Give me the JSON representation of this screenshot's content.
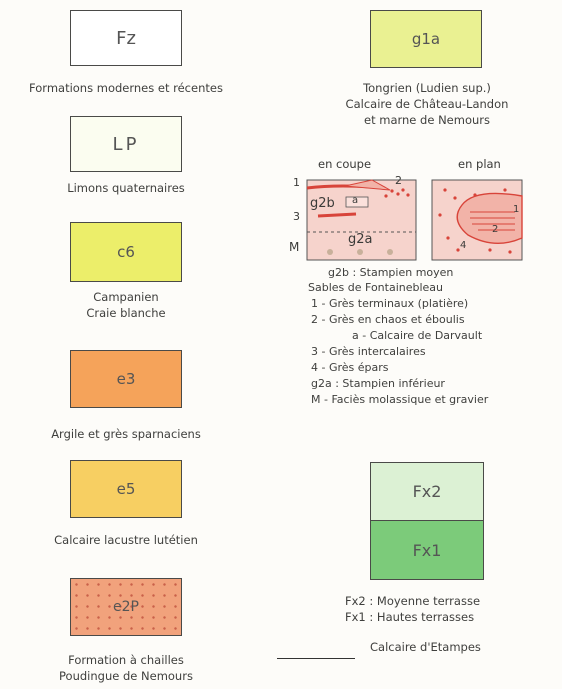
{
  "left_column": [
    {
      "code": "Fz",
      "color": "#ffffff",
      "caption": [
        "Formations modernes et récentes"
      ]
    },
    {
      "code": "LP",
      "color": "#fbfdf0",
      "caption": [
        "Limons quaternaires"
      ]
    },
    {
      "code": "c6",
      "color": "#ecee6a",
      "caption": [
        "Campanien",
        "Craie blanche"
      ]
    },
    {
      "code": "e3",
      "color": "#f5a35a",
      "caption": [
        "Argile et grès sparnaciens"
      ]
    },
    {
      "code": "e5",
      "color": "#f7cf62",
      "caption": [
        "Calcaire lacustre lutétien"
      ]
    },
    {
      "code": "e2P",
      "color": "#f1a27c",
      "caption": [
        "Formation à chailles",
        "Poudingue de Nemours"
      ]
    }
  ],
  "right_top": {
    "code": "g1a",
    "color": "#eaf192",
    "caption": [
      "Tongrien (Ludien sup.)",
      "Calcaire de Château-Landon",
      "et marne de Nemours"
    ]
  },
  "diagram": {
    "coupe_title": "en coupe",
    "plan_title": "en plan",
    "labels": {
      "n1": "1",
      "n2": "2",
      "n3": "3",
      "M": "M",
      "a": "a",
      "g2b": "g2b",
      "g2a": "g2a",
      "n4": "4",
      "n1b": "1",
      "n2b": "2"
    },
    "fill_color": "#f6d3cc",
    "line_color": "#d8443a"
  },
  "stampien_legend": [
    "g2b : Stampien moyen",
    "Sables de Fontainebleau",
    "1 - Grès terminaux (platière)",
    "2 - Grès en chaos et éboulis",
    "a - Calcaire de Darvault",
    "3 - Grès intercalaires",
    "4 - Grès épars",
    "g2a : Stampien inférieur",
    "M - Faciès molassique et gravier"
  ],
  "fx_box": {
    "top_code": "Fx2",
    "top_color": "#dcf1d4",
    "bottom_code": "Fx1",
    "bottom_color": "#7ccb7a"
  },
  "fx_legend": [
    "Fx2 : Moyenne terrasse",
    "Fx1 : Hautes terrasses"
  ],
  "etampes": "Calcaire d'Etampes"
}
